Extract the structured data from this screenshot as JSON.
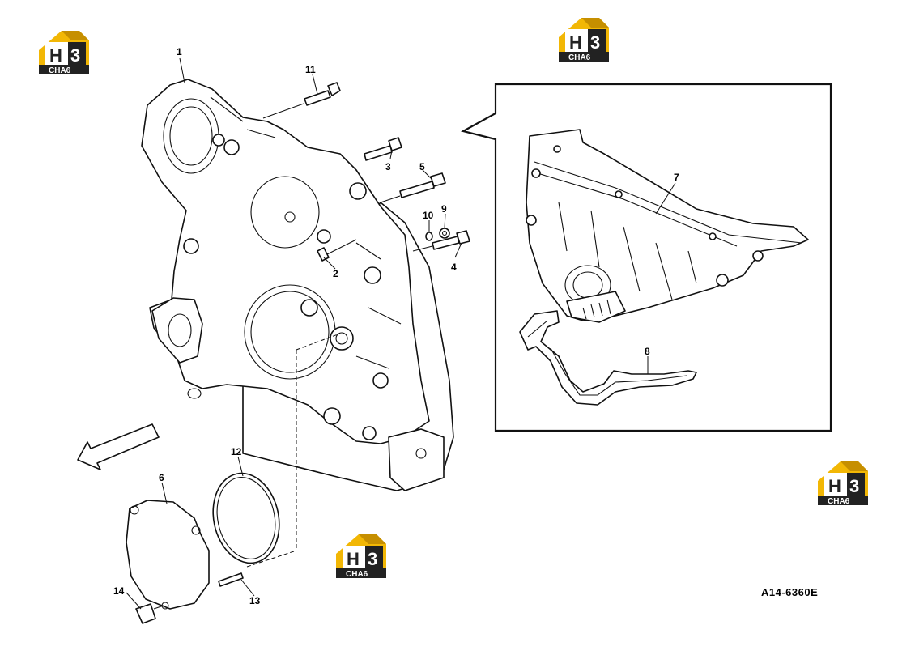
{
  "drawing_code": "A14-6360E",
  "logo": {
    "letters_h": "H",
    "letters_3": "3",
    "subtext": "CHA6",
    "accent": "#f2b705",
    "dark": "#222222"
  },
  "callouts": {
    "c1": "1",
    "c2": "2",
    "c3": "3",
    "c4": "4",
    "c5": "5",
    "c6": "6",
    "c7": "7",
    "c8": "8",
    "c9": "9",
    "c10": "10",
    "c11": "11",
    "c12": "12",
    "c13": "13",
    "c14": "14"
  }
}
